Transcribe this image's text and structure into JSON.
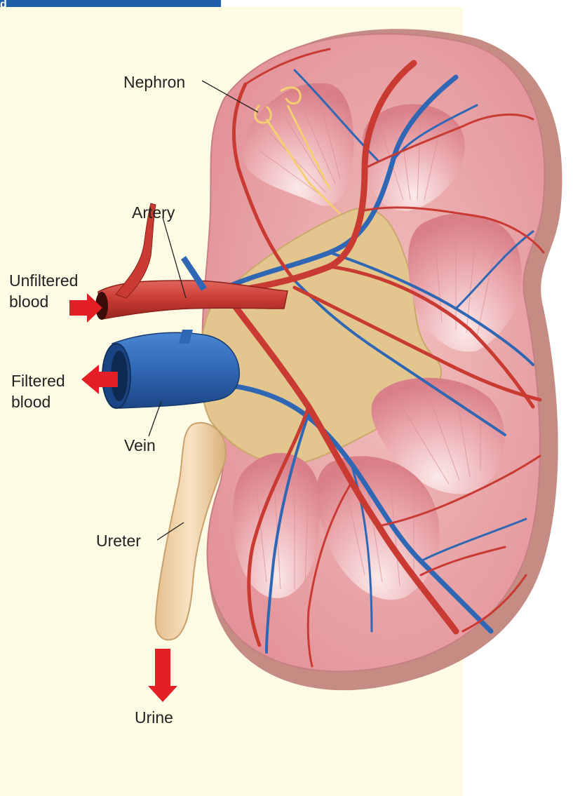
{
  "header": {
    "tab_text": "d"
  },
  "labels": {
    "nephron": "Nephron",
    "artery": "Artery",
    "unfiltered_blood": "Unfiltered\nblood",
    "filtered_blood": "Filtered\nblood",
    "vein": "Vein",
    "ureter": "Ureter",
    "urine": "Urine"
  },
  "colors": {
    "panel_bg": "#fefbe4",
    "header_blue": "#1f5fa8",
    "flow_arrow_red": "#e31e24",
    "artery_red": "#c83a32",
    "vein_blue": "#2f67b4",
    "cortex_pink": "#e8a3a7",
    "pelvis_tan": "#e2c68e"
  }
}
